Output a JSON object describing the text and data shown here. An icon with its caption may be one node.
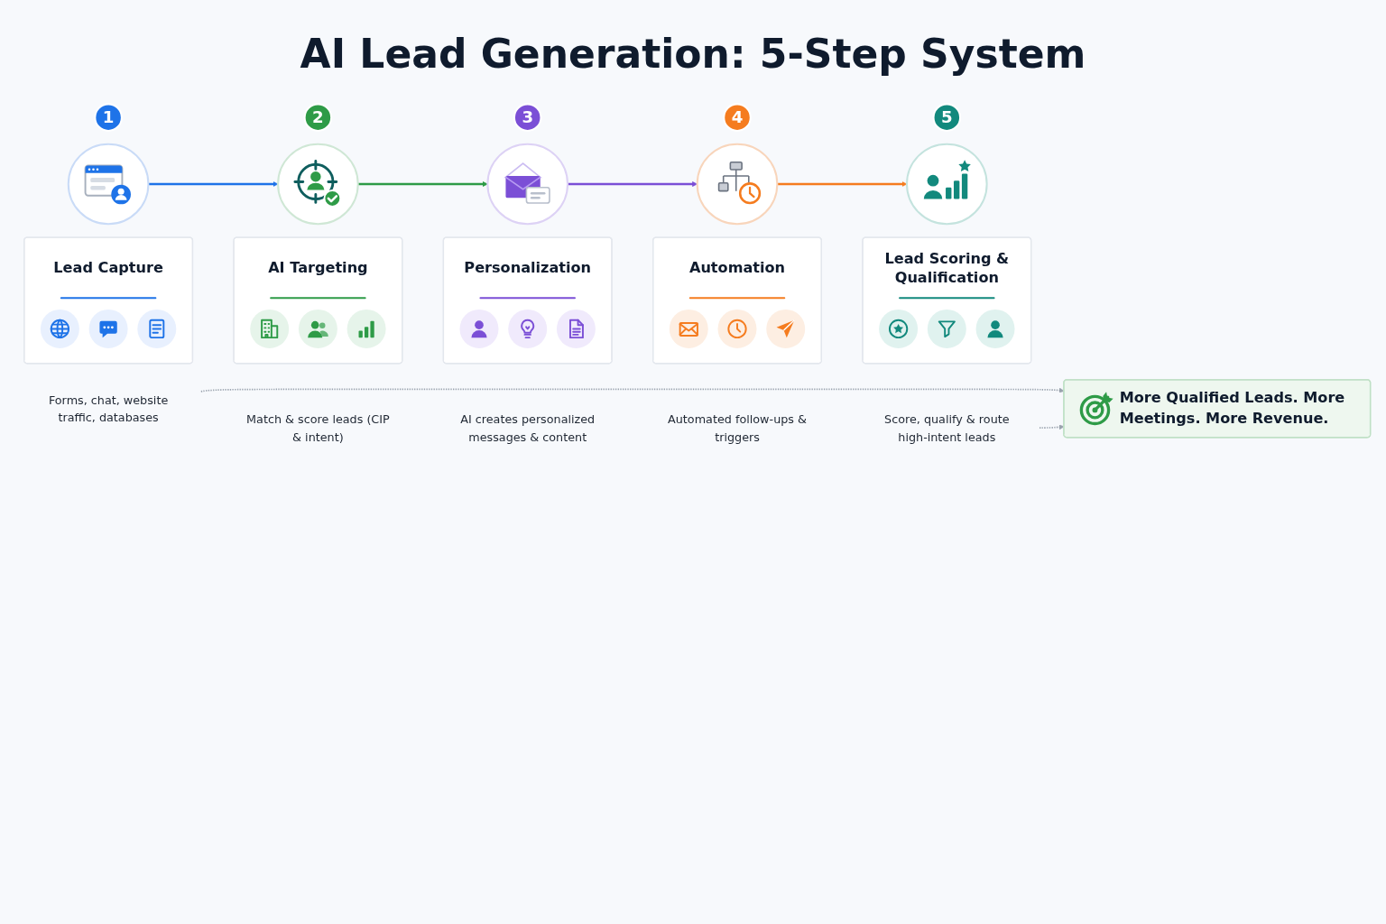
{
  "diagram": {
    "title": "AI Lead Generation: 5-Step System",
    "nodes": [
      {
        "text": [
          "1"
        ]
      },
      {
        "text": [],
        "shape": "circle"
      },
      {
        "text": [
          "Lead Capture"
        ]
      },
      {
        "text": [
          "Forms, chat, website traffic, databases"
        ]
      },
      {
        "text": [
          "2"
        ]
      },
      {
        "text": [],
        "shape": "circle"
      },
      {
        "text": [
          "AI Targeting"
        ]
      },
      {
        "text": [
          "Match & score leads (CIP & intent)"
        ]
      },
      {
        "text": [
          "3"
        ]
      },
      {
        "text": [],
        "shape": "circle"
      },
      {
        "text": [
          "Personalization"
        ]
      },
      {
        "text": [
          "AI creates personalized messages & content"
        ]
      },
      {
        "text": [
          "4"
        ]
      },
      {
        "text": [],
        "shape": "circle"
      },
      {
        "text": [
          "Automation"
        ]
      },
      {
        "text": [
          "Automated follow-ups & triggers"
        ]
      },
      {
        "text": [
          "5"
        ]
      },
      {
        "text": [],
        "shape": "circle"
      },
      {
        "text": [
          "Lead Scoring & Qualification"
        ]
      },
      {
        "text": [
          "Score, qualify & route high-intent leads"
        ]
      },
      {
        "text": [
          "More Qualified Leads. More Meetings. More Revenue."
        ]
      }
    ],
    "edges": [
      {
        "from": 1,
        "to": 5,
        "arrow": "to",
        "color": "#1e73e8"
      },
      {
        "from": 5,
        "to": 9,
        "arrow": "to",
        "color": "#2e9b47"
      },
      {
        "from": 9,
        "to": 13,
        "arrow": "to",
        "color": "#7b4fd6"
      },
      {
        "from": 13,
        "to": 17,
        "arrow": "to",
        "color": "#f57c1f"
      },
      {
        "from": 3,
        "to": 20,
        "arrow": "to",
        "style": "dashed",
        "color": "#9aa3ae"
      },
      {
        "from": 19,
        "to": 20,
        "arrow": "to",
        "style": "dashed",
        "color": "#9aa3ae"
      }
    ]
  }
}
